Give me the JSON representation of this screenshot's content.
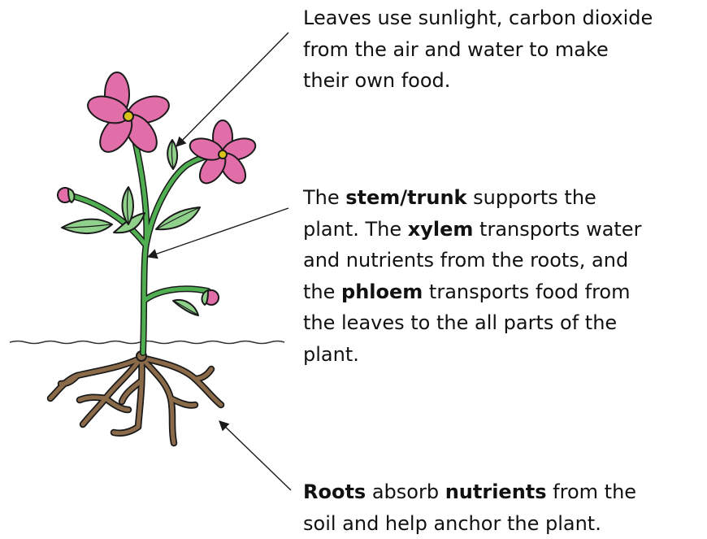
{
  "captions": {
    "leaves": {
      "line1": "Leaves use sunlight, carbon dioxide",
      "line2": "from the air and water to make",
      "line3": "their own food."
    },
    "stem": {
      "l1_a": "The ",
      "l1_b": "stem/trunk",
      "l1_c": " supports the",
      "l2_a": "plant. The ",
      "l2_b": "xylem",
      "l2_c": " transports water",
      "l3": "and nutrients from the roots, and",
      "l4_a": "the ",
      "l4_b": "phloem",
      "l4_c": " transports food from",
      "l5": "the leaves to the all parts of the",
      "l6": "plant."
    },
    "roots": {
      "l1_a": "Roots",
      "l1_b": " absorb ",
      "l1_c": "nutrients",
      "l1_d": " from the",
      "l2": "soil and help anchor the plant."
    }
  },
  "colors": {
    "petal": "#e16ea8",
    "flower_center": "#d9c31a",
    "stem": "#4fae4f",
    "leaf": "#8fd08a",
    "root": "#7a5a3c",
    "outline": "#1a1a1a"
  }
}
